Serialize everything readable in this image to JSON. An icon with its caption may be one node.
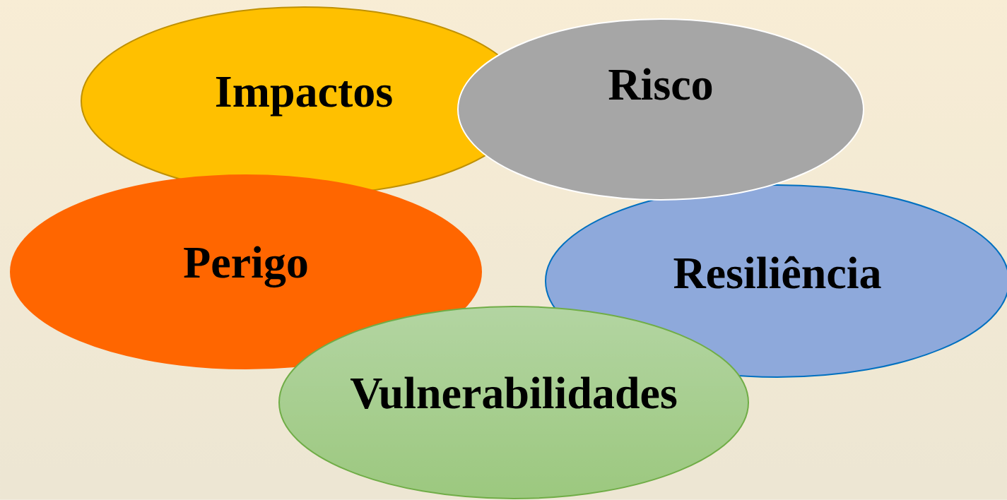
{
  "diagram": {
    "nodes": [
      {
        "text": [
          "Impactos"
        ]
      },
      {
        "text": [
          "Risco"
        ]
      },
      {
        "text": [
          "Perigo"
        ]
      },
      {
        "text": [
          "Resiliência"
        ]
      },
      {
        "text": [
          "Vulnerabilidades"
        ]
      }
    ]
  }
}
